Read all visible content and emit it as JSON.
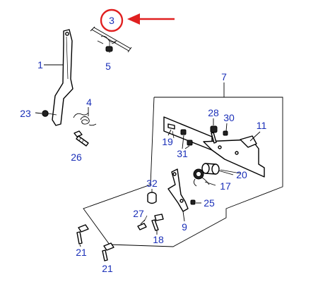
{
  "diagram": {
    "callouts": [
      {
        "id": "c3",
        "label": "3"
      },
      {
        "id": "c1",
        "label": "1"
      },
      {
        "id": "c5",
        "label": "5"
      },
      {
        "id": "c4",
        "label": "4"
      },
      {
        "id": "c23",
        "label": "23"
      },
      {
        "id": "c26",
        "label": "26"
      },
      {
        "id": "c7",
        "label": "7"
      },
      {
        "id": "c28",
        "label": "28"
      },
      {
        "id": "c30",
        "label": "30"
      },
      {
        "id": "c11",
        "label": "11"
      },
      {
        "id": "c19",
        "label": "19"
      },
      {
        "id": "c31",
        "label": "31"
      },
      {
        "id": "c20",
        "label": "20"
      },
      {
        "id": "c17",
        "label": "17"
      },
      {
        "id": "c32",
        "label": "32"
      },
      {
        "id": "c25",
        "label": "25"
      },
      {
        "id": "c27",
        "label": "27"
      },
      {
        "id": "c9",
        "label": "9"
      },
      {
        "id": "c18",
        "label": "18"
      },
      {
        "id": "c21a",
        "label": "21"
      },
      {
        "id": "c21b",
        "label": "21"
      }
    ],
    "highlight": {
      "target": "3",
      "color": "#e02020"
    },
    "colors": {
      "label": "#1a2fb8",
      "line": "#000000"
    }
  }
}
